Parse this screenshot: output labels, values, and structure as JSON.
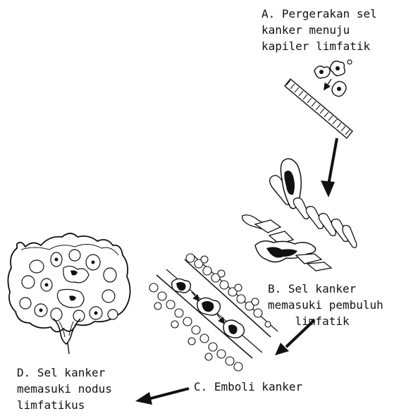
{
  "labels": {
    "a": {
      "line1": "A. Pergerakan sel",
      "line2": "kanker menuju",
      "line3": "kapiler limfatik"
    },
    "b": {
      "line1": "B. Sel kanker",
      "line2": "memasuki pembuluh",
      "line3": "    limfatik"
    },
    "c": {
      "line1": "C. Emboli kanker"
    },
    "d": {
      "line1": "D. Sel kanker",
      "line2": "memasuki nodus",
      "line3": "limfatikus"
    }
  }
}
